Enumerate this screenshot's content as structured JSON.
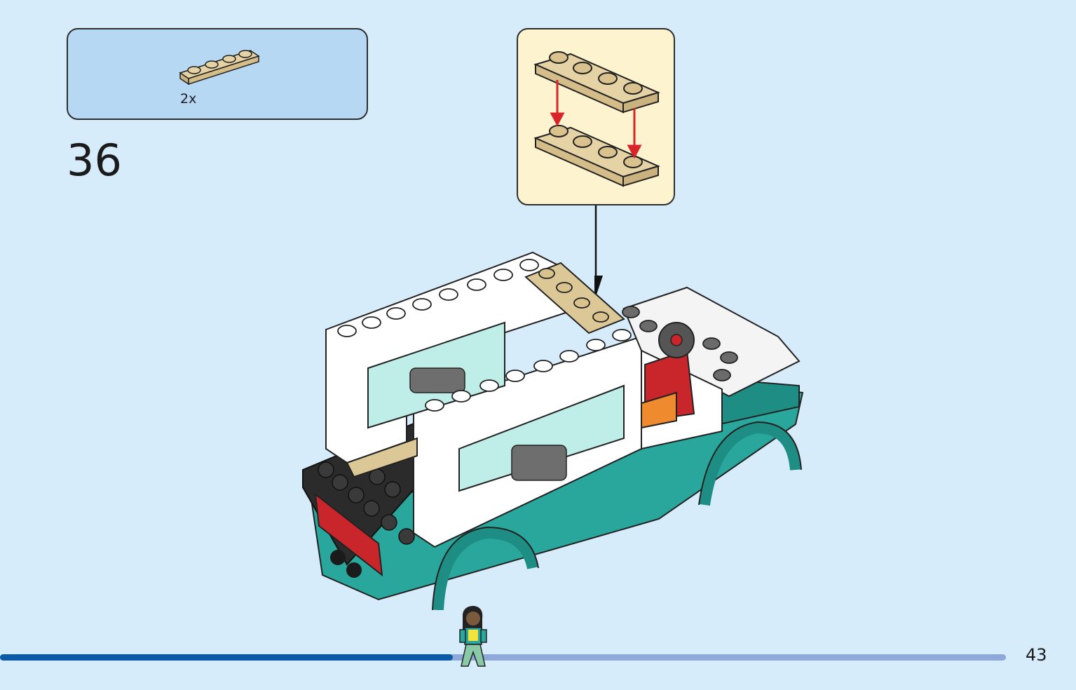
{
  "parts_panel": {
    "quantity": "2x",
    "part_icon": "tan-plate-1x4-icon",
    "part_color": "#dcc796"
  },
  "step": {
    "number": "36"
  },
  "callout": {
    "icon": "plate-stacking-icon",
    "arrow_color": "#d9242a"
  },
  "progress": {
    "fraction": 0.45,
    "fill_color": "#0b5aa8",
    "track_color": "#8ea8da"
  },
  "page": {
    "number": "43"
  }
}
